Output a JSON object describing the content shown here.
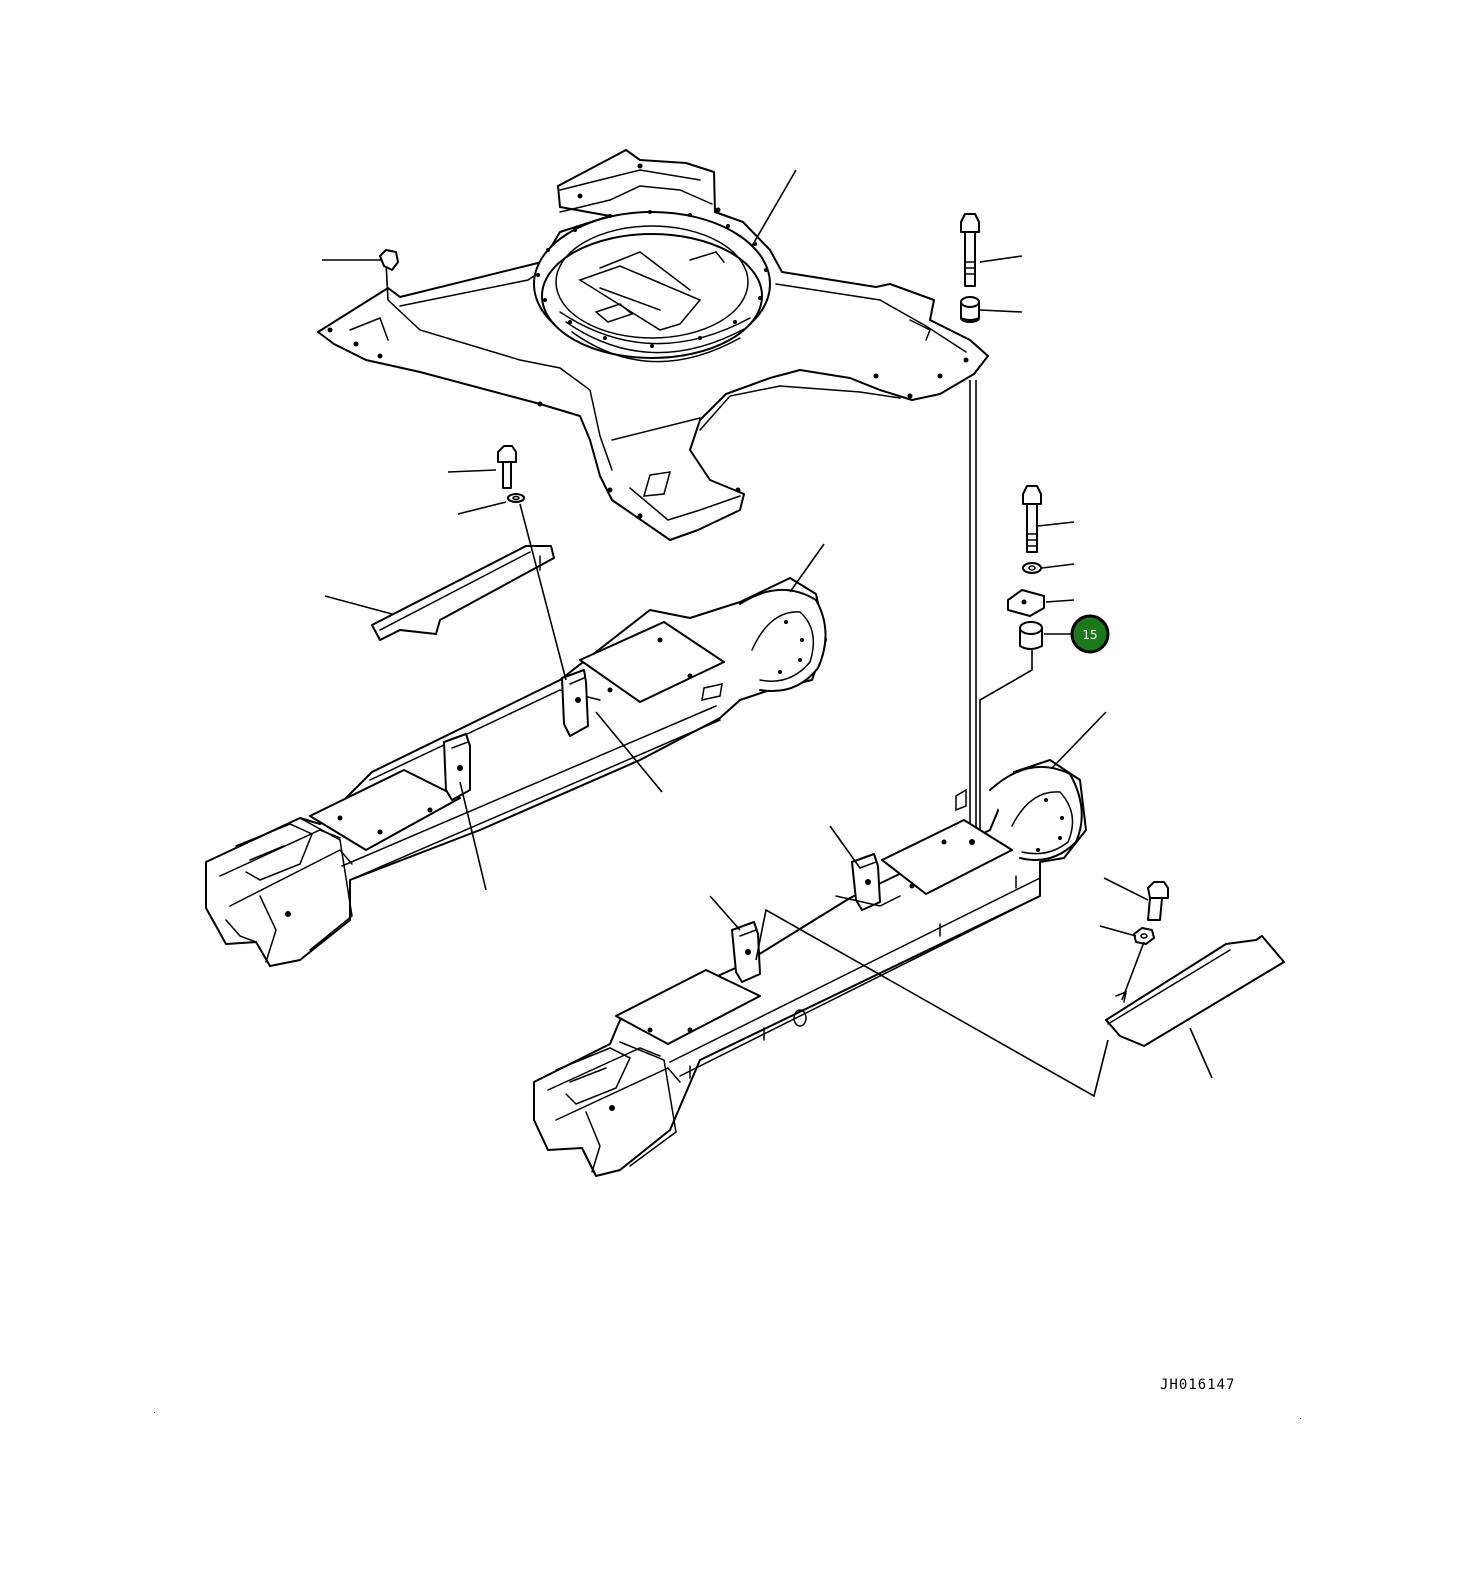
{
  "diagram": {
    "drawing_number": "JH016147",
    "callouts": [
      {
        "label": "15",
        "color": "#1a7a1a",
        "part": "spacer"
      }
    ],
    "parts": [
      "track-frame-center",
      "swing-circle-mount",
      "right-track-frame",
      "left-track-frame",
      "cover-plate",
      "bolt",
      "washer",
      "spacer",
      "plate"
    ]
  }
}
